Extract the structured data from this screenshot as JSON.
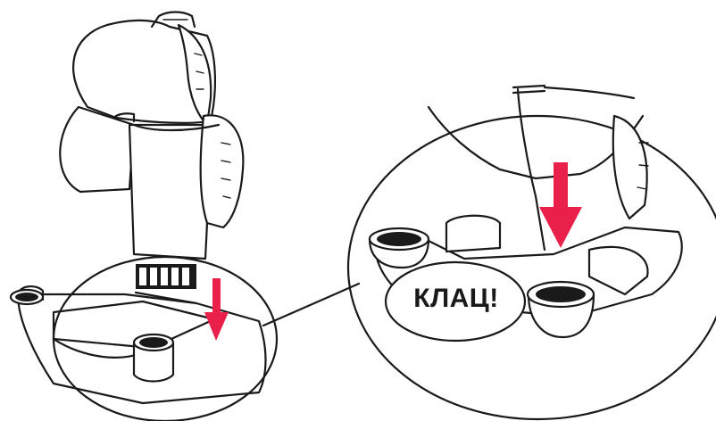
{
  "callout": {
    "text": "КЛАЦ!"
  },
  "colors": {
    "arrow": "#e8204a",
    "line": "#1a1a1a",
    "background": "#ffffff"
  },
  "icons": {
    "main": "child-booster-seat",
    "detail": "seat-base-latch-closeup",
    "direction": "down-arrow"
  }
}
